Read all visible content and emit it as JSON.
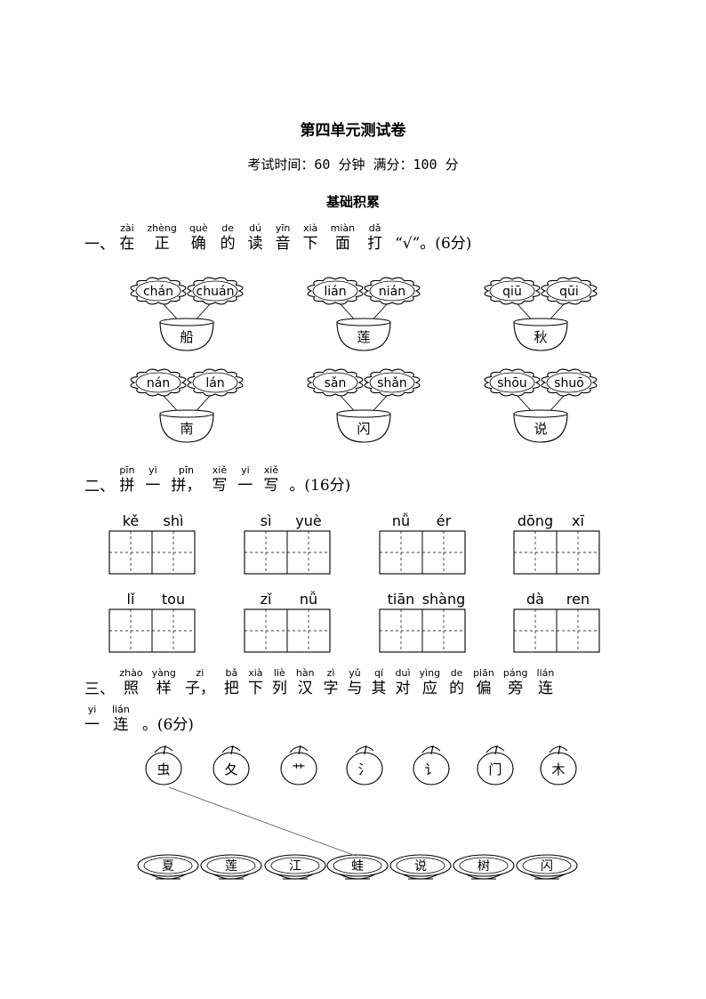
{
  "header": {
    "title": "第四单元测试卷",
    "info": "考试时间：60 分钟  满分：100 分",
    "section": "基础积累"
  },
  "q1": {
    "number": "一、",
    "words": [
      {
        "py": "zài",
        "hz": "在"
      },
      {
        "py": "zhèng",
        "hz": "正"
      },
      {
        "py": "què",
        "hz": "确"
      },
      {
        "py": "de",
        "hz": "的"
      },
      {
        "py": "dú",
        "hz": "读"
      },
      {
        "py": "yīn",
        "hz": "音"
      },
      {
        "py": "xià",
        "hz": "下"
      },
      {
        "py": "miàn",
        "hz": "面"
      },
      {
        "py": "dǎ",
        "hz": "打"
      }
    ],
    "tail": "“√”。(6分)",
    "items": [
      {
        "options": [
          "chán",
          "chuán"
        ],
        "char": "船"
      },
      {
        "options": [
          "lián",
          "nián"
        ],
        "char": "莲"
      },
      {
        "options": [
          "qiū",
          "qūi"
        ],
        "char": "秋"
      },
      {
        "options": [
          "nán",
          "lán"
        ],
        "char": "南"
      },
      {
        "options": [
          "sǎn",
          "shǎn"
        ],
        "char": "闪"
      },
      {
        "options": [
          "shōu",
          "shuō"
        ],
        "char": "说"
      }
    ]
  },
  "q2": {
    "number": "二、",
    "words": [
      {
        "py": "pīn",
        "hz": "拼"
      },
      {
        "py": "yi",
        "hz": "一"
      },
      {
        "py": "pīn",
        "hz": "拼，"
      },
      {
        "py": "xiě",
        "hz": "写"
      },
      {
        "py": "yi",
        "hz": "一"
      },
      {
        "py": "xiě",
        "hz": "写"
      }
    ],
    "tail": "。(16分)",
    "items": [
      {
        "py": [
          "kě",
          "shì"
        ]
      },
      {
        "py": [
          "sì",
          "yuè"
        ]
      },
      {
        "py": [
          "nǚ",
          "ér"
        ]
      },
      {
        "py": [
          "dōng",
          "xī"
        ]
      },
      {
        "py": [
          "lǐ",
          "tou"
        ]
      },
      {
        "py": [
          "zǐ",
          "nǚ"
        ]
      },
      {
        "py": [
          "tiān",
          "shàng"
        ]
      },
      {
        "py": [
          "dà",
          "ren"
        ]
      }
    ]
  },
  "q3": {
    "number": "三、",
    "line1": [
      {
        "py": "zhào",
        "hz": "照"
      },
      {
        "py": "yàng",
        "hz": "样"
      },
      {
        "py": "zi",
        "hz": "子，"
      },
      {
        "py": "bǎ",
        "hz": "把"
      },
      {
        "py": "xià",
        "hz": "下"
      },
      {
        "py": "liè",
        "hz": "列"
      },
      {
        "py": "hàn",
        "hz": "汉"
      },
      {
        "py": "zì",
        "hz": "字"
      },
      {
        "py": "yǔ",
        "hz": "与"
      },
      {
        "py": "qí",
        "hz": "其"
      },
      {
        "py": "duì",
        "hz": "对"
      },
      {
        "py": "yìng",
        "hz": "应"
      },
      {
        "py": "de",
        "hz": "的"
      },
      {
        "py": "piān",
        "hz": "偏"
      },
      {
        "py": "páng",
        "hz": "旁"
      },
      {
        "py": "lián",
        "hz": "连"
      }
    ],
    "line2": [
      {
        "py": "yi",
        "hz": "一"
      },
      {
        "py": "lián",
        "hz": "连"
      }
    ],
    "tail": "。(6分)",
    "radicals": [
      "虫",
      "夂",
      "艹",
      "氵",
      "讠",
      "门",
      "木"
    ],
    "chars": [
      "夏",
      "莲",
      "江",
      "蛙",
      "说",
      "树",
      "闪"
    ]
  }
}
